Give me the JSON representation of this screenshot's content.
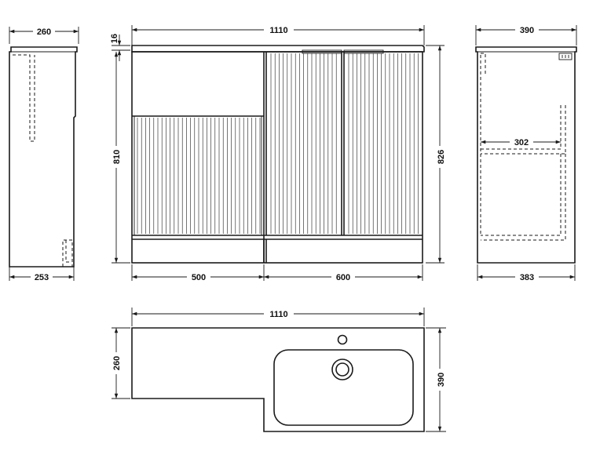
{
  "dimensions": {
    "side_left_top_width": "260",
    "side_left_bottom_width": "253",
    "top_lip": "16",
    "front_total_width": "1110",
    "front_height": "810",
    "front_total_height": "826",
    "front_left_unit_width": "500",
    "front_right_unit_width": "600",
    "side_right_top_width": "390",
    "side_right_inner_width": "302",
    "side_right_bottom_width": "383",
    "plan_total_width": "1110",
    "plan_left_depth": "260",
    "plan_right_depth": "390"
  }
}
